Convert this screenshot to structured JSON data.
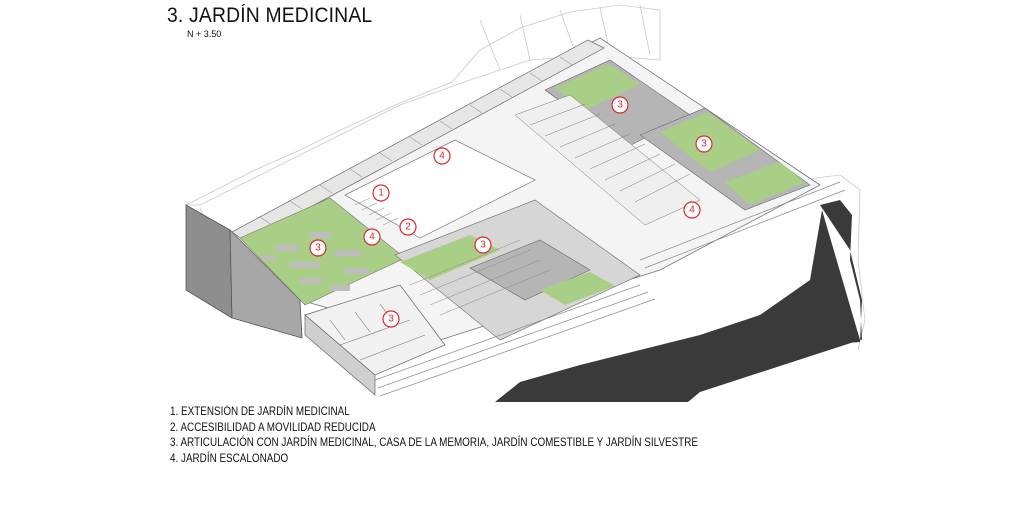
{
  "header": {
    "title": "3. JARDÍN MEDICINAL",
    "level": "N + 3.50"
  },
  "markers": [
    "1",
    "2",
    "3",
    "3",
    "3",
    "3",
    "3",
    "4",
    "4",
    "4"
  ],
  "legend": [
    "1. EXTENSIÓN DE JARDÍN MEDICINAL",
    "2. ACCESIBILIDAD A MOVILIDAD REDUCIDA",
    "3. ARTICULACIÓN CON JARDÍN MEDICINAL, CASA DE LA MEMORIA, JARDÍN COMESTIBLE Y JARDÍN SILVESTRE",
    "4. JARDÍN ESCALONADO"
  ],
  "colors": {
    "garden_green": "#a9cf86",
    "paving_gray": "#b5b5b5",
    "terrain_dark": "#3a3a3a",
    "marker_red": "#d8282f"
  }
}
